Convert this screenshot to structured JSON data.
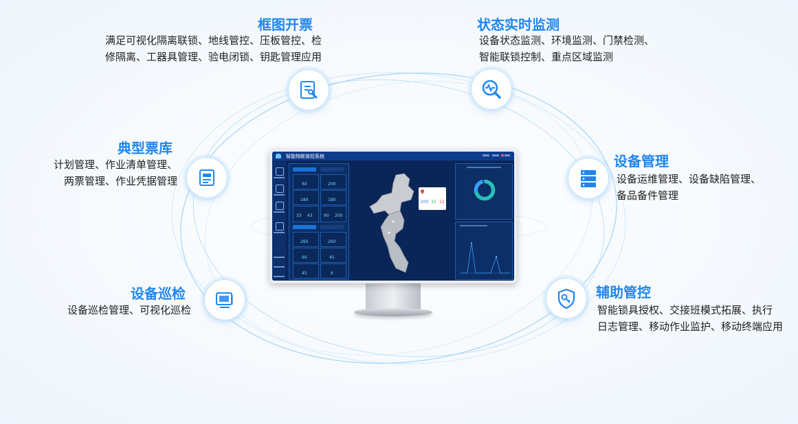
{
  "features": {
    "ticketing": {
      "title": "框图开票",
      "desc": [
        "满足可视化隔离联锁、地线管控、压板管控、检",
        "修隔离、工器具管理、验电闭锁、钥匙管理应用"
      ],
      "icon": "document-wrench-icon"
    },
    "monitoring": {
      "title": "状态实时监测",
      "desc": [
        "设备状态监测、环境监测、门禁检测、",
        "智能联锁控制、重点区域监测"
      ],
      "icon": "magnifier-pulse-icon"
    },
    "ticket_library": {
      "title": "典型票库",
      "desc": [
        "计划管理、作业清单管理、",
        "两票管理、作业凭据管理"
      ],
      "icon": "ticket-icon"
    },
    "device_management": {
      "title": "设备管理",
      "desc": [
        "设备运维管理、设备缺陷管理、",
        "备品备件管理"
      ],
      "icon": "server-icon"
    },
    "inspection": {
      "title": "设备巡检",
      "desc": [
        "设备巡检管理、可视化巡检"
      ],
      "icon": "monitor-inspect-icon"
    },
    "auxiliary": {
      "title": "辅助管控",
      "desc": [
        "智能锁具授权、交接班模式拓展、执行",
        "日志管理、移动作业监护、移动终端应用"
      ],
      "icon": "shield-key-icon"
    }
  },
  "screen": {
    "app_title": "智能物联锁控系统",
    "stats": [
      "60",
      "200",
      "180",
      "180",
      "33",
      "43",
      "90",
      "200",
      "260",
      "260",
      "60",
      "45",
      "45",
      "6"
    ],
    "popup": {
      "a": "200",
      "b": "32",
      "c": "12"
    }
  },
  "colors": {
    "accent": "#1f86f0",
    "screen_bg": "#0a2658"
  }
}
